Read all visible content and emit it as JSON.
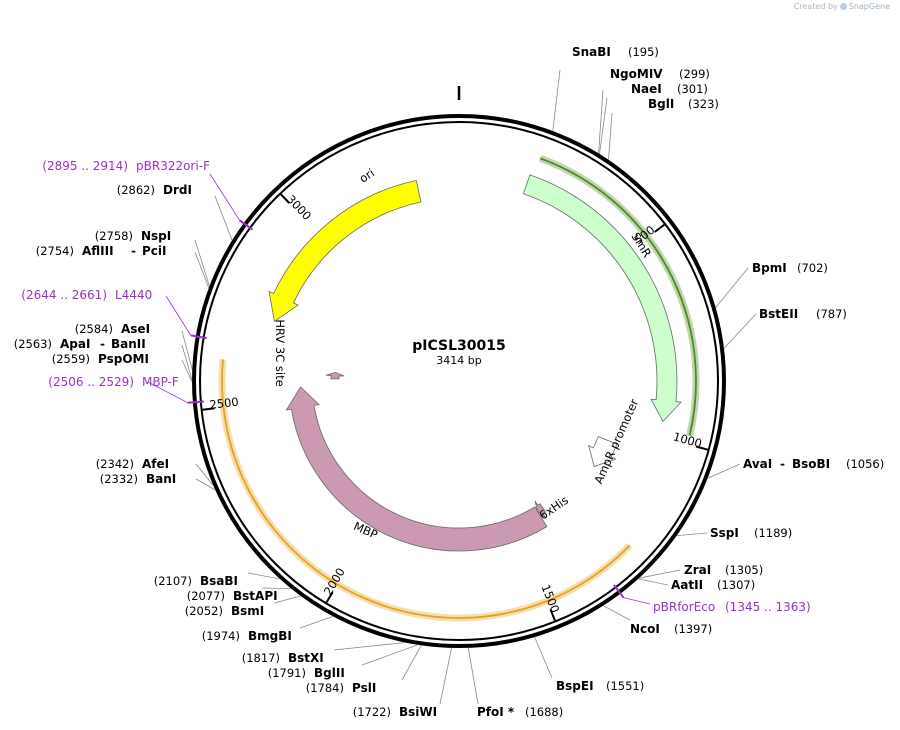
{
  "credit": {
    "prefix": "Created by",
    "brand": "SnapGene"
  },
  "plasmid": {
    "name": "pICSL30015",
    "length_label": "3414 bp",
    "length": 3414
  },
  "ticks": [
    {
      "pos": 500,
      "label": "500"
    },
    {
      "pos": 1000,
      "label": "1000"
    },
    {
      "pos": 1500,
      "label": "1500"
    },
    {
      "pos": 2000,
      "label": "2000"
    },
    {
      "pos": 2500,
      "label": "2500"
    },
    {
      "pos": 3000,
      "label": "3000"
    }
  ],
  "features": [
    {
      "name": "ori",
      "start": 3300,
      "end": 2730,
      "color": "#ffff00",
      "label": "ori"
    },
    {
      "name": "SmR",
      "start": 180,
      "end": 960,
      "color": "#ccffcc",
      "label": "SmR"
    },
    {
      "name": "AmpR promoter",
      "start": 1060,
      "end": 1160,
      "color": "#ffffff",
      "label": "AmpR promoter"
    },
    {
      "name": "6xHis",
      "start": 1390,
      "end": 1412,
      "color": "#cc99b2",
      "label": "6xHis"
    },
    {
      "name": "MBP",
      "start": 1412,
      "end": 2540,
      "color": "#cc99b2",
      "label": "MBP"
    },
    {
      "name": "HRV 3C site",
      "start": 2570,
      "end": 2598,
      "color": "#cc99b2",
      "label": "HRV 3C site"
    }
  ],
  "orfs": [
    {
      "name": "green-orf",
      "start": 190,
      "end": 980,
      "color": "#4a8a20"
    },
    {
      "name": "orange-orf",
      "start": 1270,
      "end": 2610,
      "color": "#e6a020"
    }
  ],
  "enzymes": [
    {
      "name": "SnaBI",
      "pos": "(195)"
    },
    {
      "name": "NgoMIV",
      "pos": "(299)"
    },
    {
      "name": "NaeI",
      "pos": "(301)"
    },
    {
      "name": "BglI",
      "pos": "(323)"
    },
    {
      "name": "BpmI",
      "pos": "(702)"
    },
    {
      "name": "BstEII",
      "pos": "(787)"
    },
    {
      "name": "AvaI",
      "extra": "BsoBI",
      "pos": "(1056)"
    },
    {
      "name": "SspI",
      "pos": "(1189)"
    },
    {
      "name": "ZraI",
      "pos": "(1305)"
    },
    {
      "name": "AatII",
      "pos": "(1307)"
    },
    {
      "name": "NcoI",
      "pos": "(1397)"
    },
    {
      "name": "BspEI",
      "pos": "(1551)"
    },
    {
      "name": "PfoI *",
      "pos": "(1688)"
    },
    {
      "name": "BsiWI",
      "pos": "(1722)"
    },
    {
      "name": "PslI",
      "pos": "(1784)"
    },
    {
      "name": "BglII",
      "pos": "(1791)"
    },
    {
      "name": "BstXI",
      "pos": "(1817)"
    },
    {
      "name": "BmgBI",
      "pos": "(1974)"
    },
    {
      "name": "BsmI",
      "pos": "(2052)"
    },
    {
      "name": "BstAPI",
      "pos": "(2077)"
    },
    {
      "name": "BsaBI",
      "pos": "(2107)"
    },
    {
      "name": "BanI",
      "pos": "(2332)"
    },
    {
      "name": "AfeI",
      "pos": "(2342)"
    },
    {
      "name": "PspOMI",
      "pos": "(2559)"
    },
    {
      "name": "ApaI",
      "extra": "BanII",
      "pos": "(2563)"
    },
    {
      "name": "AseI",
      "pos": "(2584)"
    },
    {
      "name": "AflIII",
      "extra": "PciI",
      "pos": "(2754)"
    },
    {
      "name": "NspI",
      "pos": "(2758)"
    },
    {
      "name": "DrdI",
      "pos": "(2862)"
    }
  ],
  "primers": [
    {
      "name": "pBRforEco",
      "range": "(1345 .. 1363)"
    },
    {
      "name": "MBP-F",
      "range": "(2506 .. 2529)"
    },
    {
      "name": "L4440",
      "range": "(2644 .. 2661)"
    },
    {
      "name": "pBR322ori-F",
      "range": "(2895 .. 2914)"
    }
  ]
}
